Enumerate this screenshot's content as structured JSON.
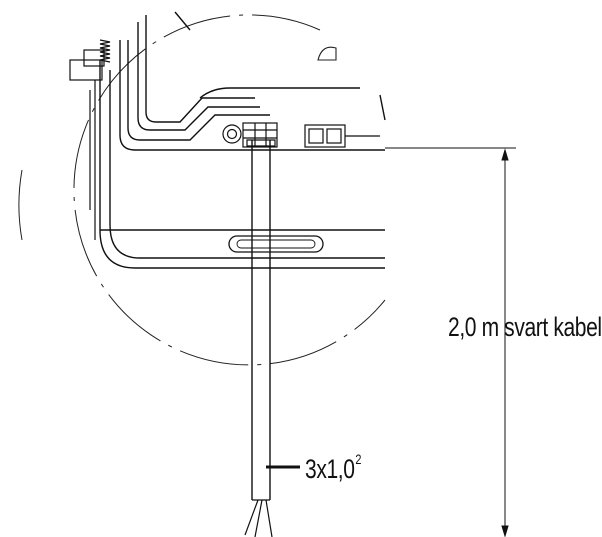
{
  "annotations": {
    "cable_length": "2,0 m svart kabel",
    "cable_spec_base": "3x1,0",
    "cable_spec_sup": "2"
  },
  "colors": {
    "line": "#111111",
    "background": "#ffffff"
  }
}
